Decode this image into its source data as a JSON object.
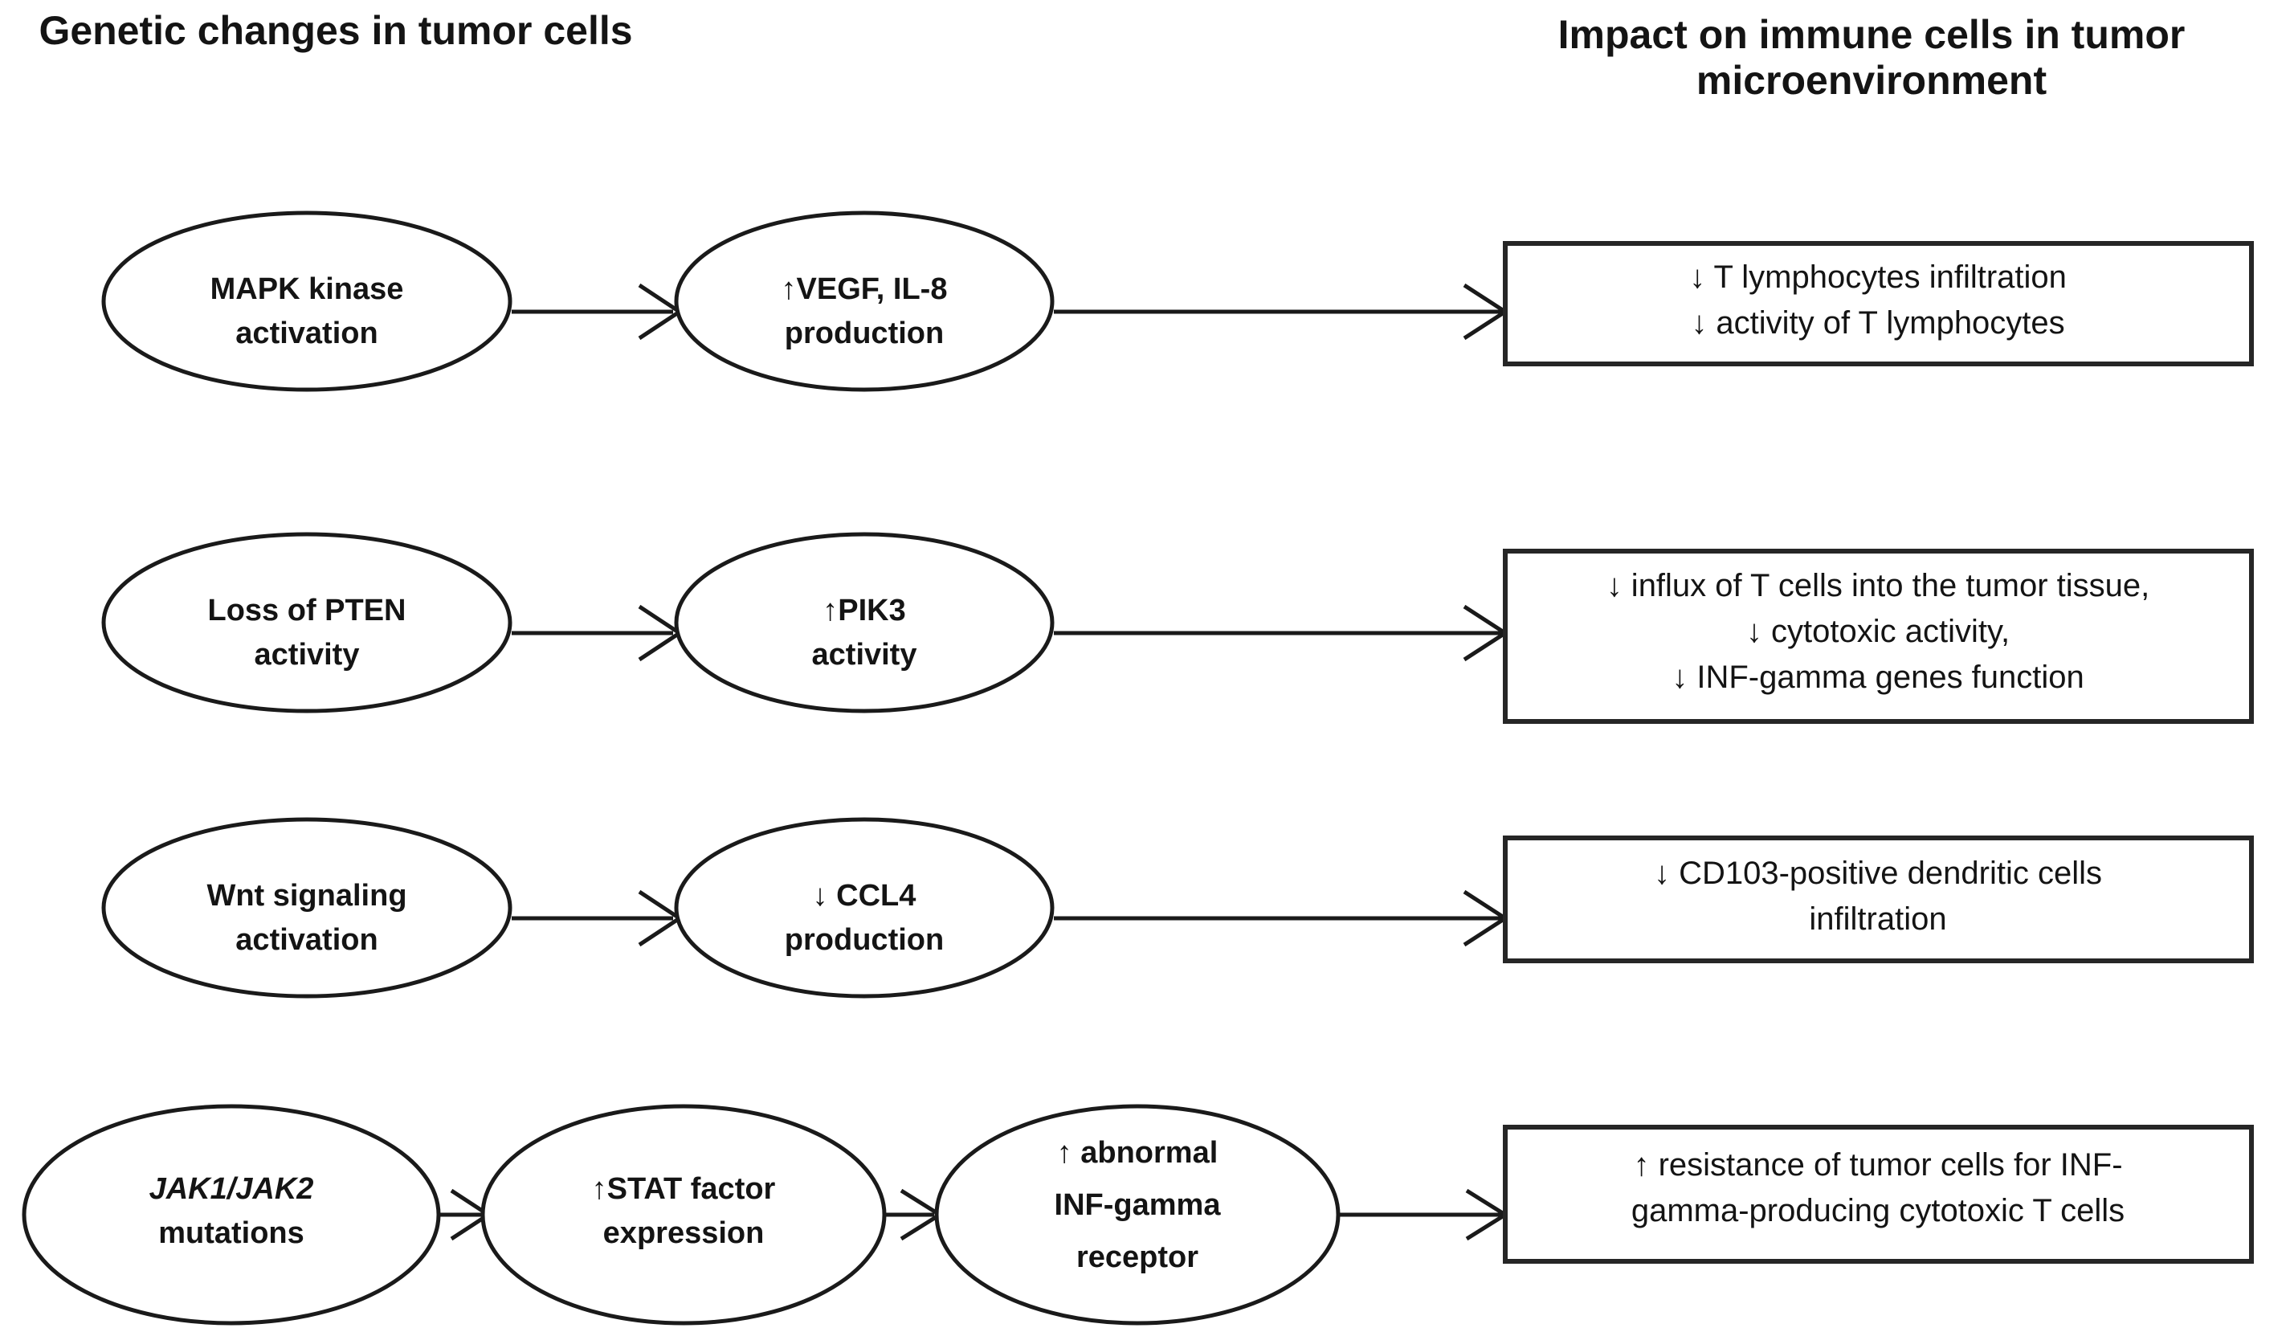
{
  "headers": {
    "left": "Genetic changes in tumor cells",
    "right_line1": "Impact on immune cells in tumor",
    "right_line2": "microenvironment"
  },
  "rows": [
    {
      "id": "row-mapk",
      "nodes": [
        {
          "id": "mapk-activation",
          "lines": [
            "MAPK kinase",
            "activation"
          ],
          "italic": false
        },
        {
          "id": "vegf-il8",
          "lines": [
            "↑VEGF, IL-8",
            "production"
          ],
          "italic": false
        }
      ],
      "outcome": {
        "id": "outcome-t-lymphocytes",
        "lines": [
          "↓ T lymphocytes infiltration",
          "↓ activity of T lymphocytes"
        ]
      }
    },
    {
      "id": "row-pten",
      "nodes": [
        {
          "id": "pten-loss",
          "lines": [
            "Loss of PTEN",
            "activity"
          ],
          "italic": false
        },
        {
          "id": "pik3-activity",
          "lines": [
            "↑PIK3",
            "activity"
          ],
          "italic": false
        }
      ],
      "outcome": {
        "id": "outcome-t-cell-influx",
        "lines": [
          "↓ influx of T cells into the tumor tissue,",
          "↓ cytotoxic activity,",
          "↓ INF-gamma genes function"
        ]
      }
    },
    {
      "id": "row-wnt",
      "nodes": [
        {
          "id": "wnt-activation",
          "lines": [
            "Wnt signaling",
            "activation"
          ],
          "italic": false
        },
        {
          "id": "ccl4-production",
          "lines": [
            "↓ CCL4",
            "production"
          ],
          "italic": false
        }
      ],
      "outcome": {
        "id": "outcome-dendritic-cells",
        "lines": [
          "↓ CD103-positive dendritic cells",
          "infiltration"
        ]
      }
    },
    {
      "id": "row-jak",
      "nodes": [
        {
          "id": "jak-mutations",
          "lines": [
            "JAK1/JAK2",
            "mutations"
          ],
          "italic": true,
          "italic_lines": [
            true,
            false
          ]
        },
        {
          "id": "stat-expression",
          "lines": [
            "↑STAT factor",
            "expression"
          ],
          "italic": false
        },
        {
          "id": "inf-gamma-receptor",
          "lines": [
            "↑ abnormal",
            "INF-gamma",
            "receptor"
          ],
          "italic": false
        }
      ],
      "outcome": {
        "id": "outcome-resistance",
        "lines": [
          "↑ resistance of tumor cells for  INF-",
          "gamma-producing cytotoxic T cells"
        ]
      }
    }
  ],
  "colors": {
    "background": "#ffffff",
    "stroke": "#1a1a1a",
    "box_stroke": "#262626",
    "text": "#141414"
  }
}
